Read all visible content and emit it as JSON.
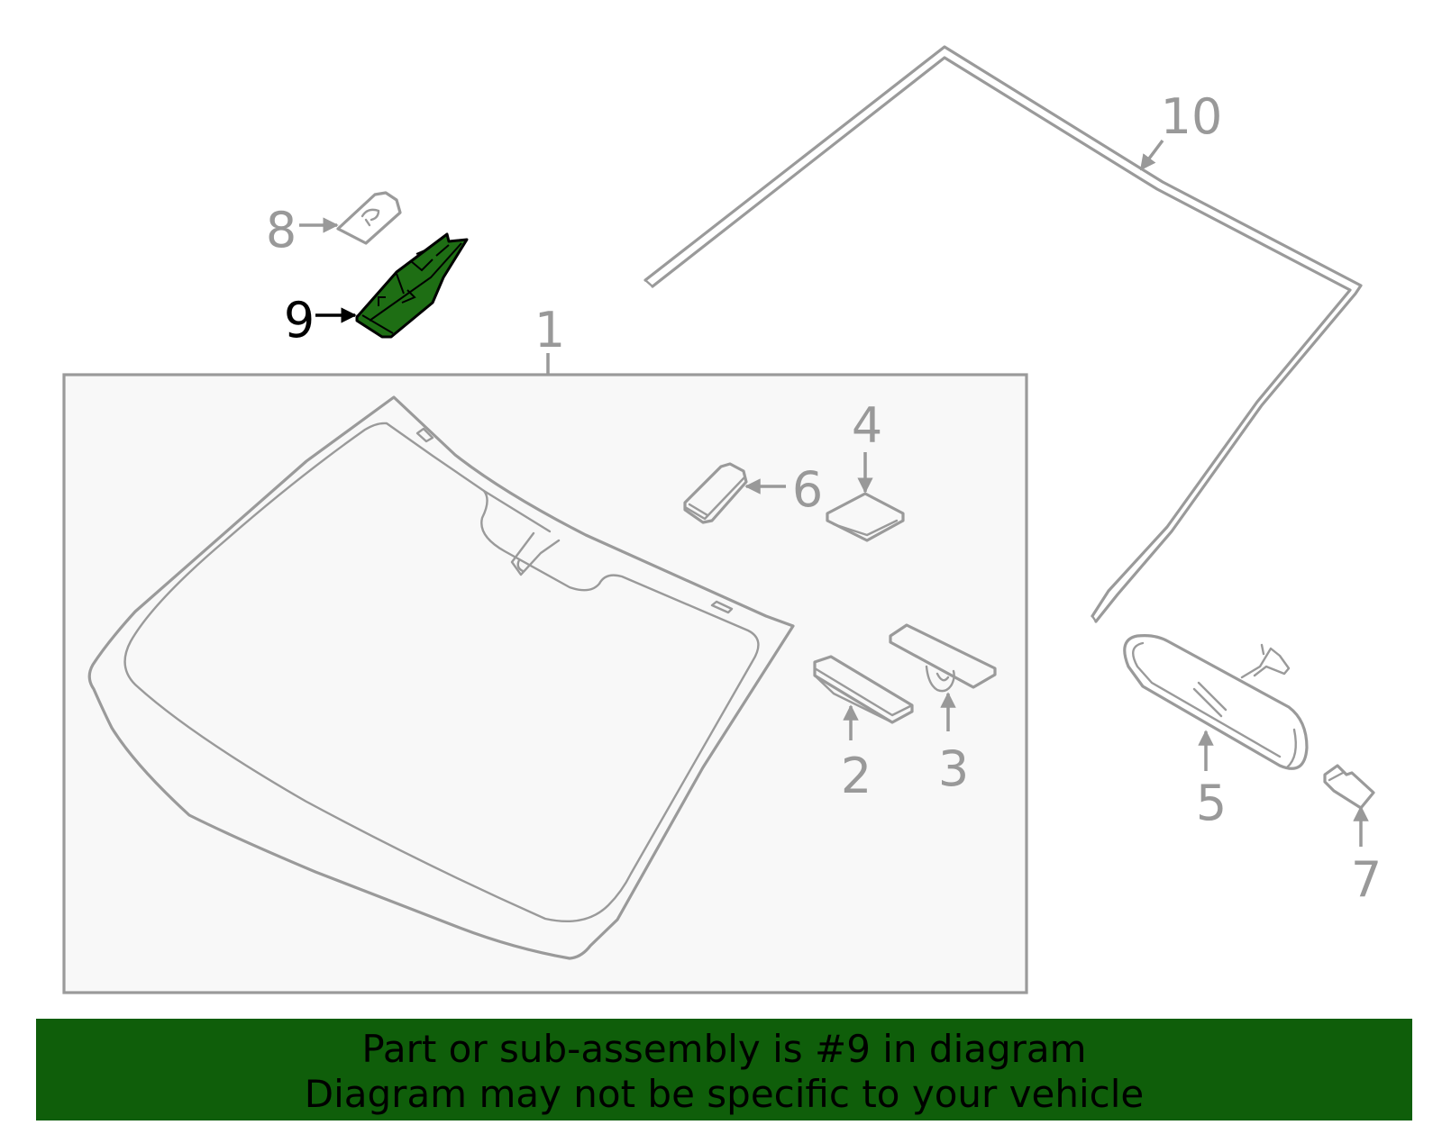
{
  "diagram": {
    "callouts": {
      "c1": "1",
      "c2": "2",
      "c3": "3",
      "c4": "4",
      "c5": "5",
      "c6": "6",
      "c7": "7",
      "c8": "8",
      "c9": "9",
      "c10": "10"
    },
    "highlighted_part": "9",
    "colors": {
      "highlight_fill": "#1e6e14",
      "line_gray": "#9a9a9a",
      "panel_bg": "#f8f8f8",
      "banner_bg": "#0f5e0a"
    }
  },
  "banner": {
    "line1": "Part or sub-assembly is #9 in diagram",
    "line2": "Diagram may not be specific to your vehicle"
  }
}
